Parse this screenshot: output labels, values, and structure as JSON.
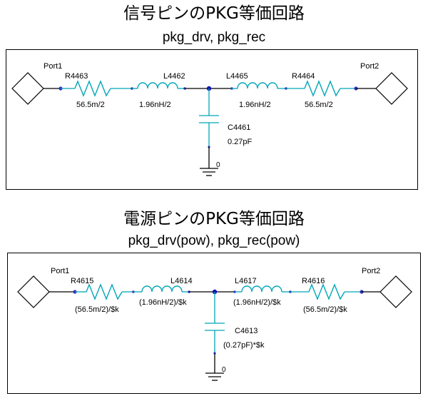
{
  "signal": {
    "title": "信号ピンのPKG等価回路",
    "subtitle": "pkg_drv, pkg_rec",
    "port1": "Port1",
    "port2": "Port2",
    "r1_name": "R4463",
    "r1_value": "56.5m/2",
    "l1_name": "L4462",
    "l1_value": "1.96nH/2",
    "l2_name": "L4465",
    "l2_value": "1.96nH/2",
    "r2_name": "R4464",
    "r2_value": "56.5m/2",
    "c_name": "C4461",
    "c_value": "0.27pF",
    "gnd": "0"
  },
  "power": {
    "title": "電源ピンのPKG等価回路",
    "subtitle": "pkg_drv(pow), pkg_rec(pow)",
    "port1": "Port1",
    "port2": "Port2",
    "r1_name": "R4615",
    "r1_value": "(56.5m/2)/$k",
    "l1_name": "L4614",
    "l1_value": "(1.96nH/2)/$k",
    "l2_name": "L4617",
    "l2_value": "(1.96nH/2)/$k",
    "r2_name": "R4616",
    "r2_value": "(56.5m/2)/$k",
    "c_name": "C4613",
    "c_value": "(0.27pF)*$k",
    "gnd": "0"
  },
  "colors": {
    "component": "#00a6b8",
    "wire": "#000000",
    "node": "#1010b0"
  }
}
